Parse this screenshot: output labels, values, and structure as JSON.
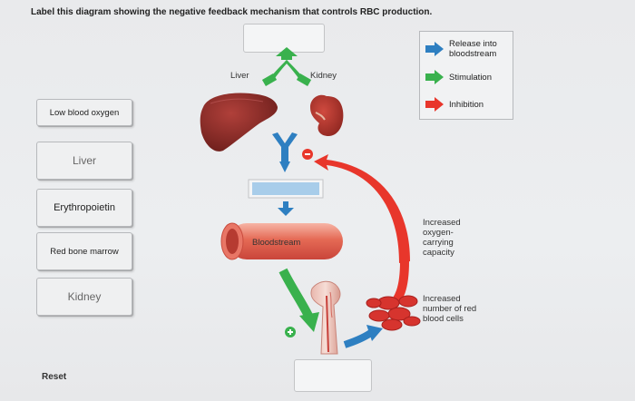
{
  "title": "Label this diagram showing the negative feedback mechanism that controls RBC production.",
  "labels": [
    "Low blood oxygen",
    "Liver",
    "Erythropoietin",
    "Red bone marrow",
    "Kidney"
  ],
  "diagram": {
    "liver": "Liver",
    "kidney": "Kidney",
    "bloodstream": "Bloodstream",
    "increased_capacity": "Increased oxygen-carrying capacity",
    "increased_rbc": "Increased number of red blood cells"
  },
  "legend": {
    "release": "Release into bloodstream",
    "stimulation": "Stimulation",
    "inhibition": "Inhibition"
  },
  "reset": "Reset",
  "colors": {
    "blue": "#2e7fc1",
    "green": "#39b14d",
    "red": "#e8362b"
  }
}
